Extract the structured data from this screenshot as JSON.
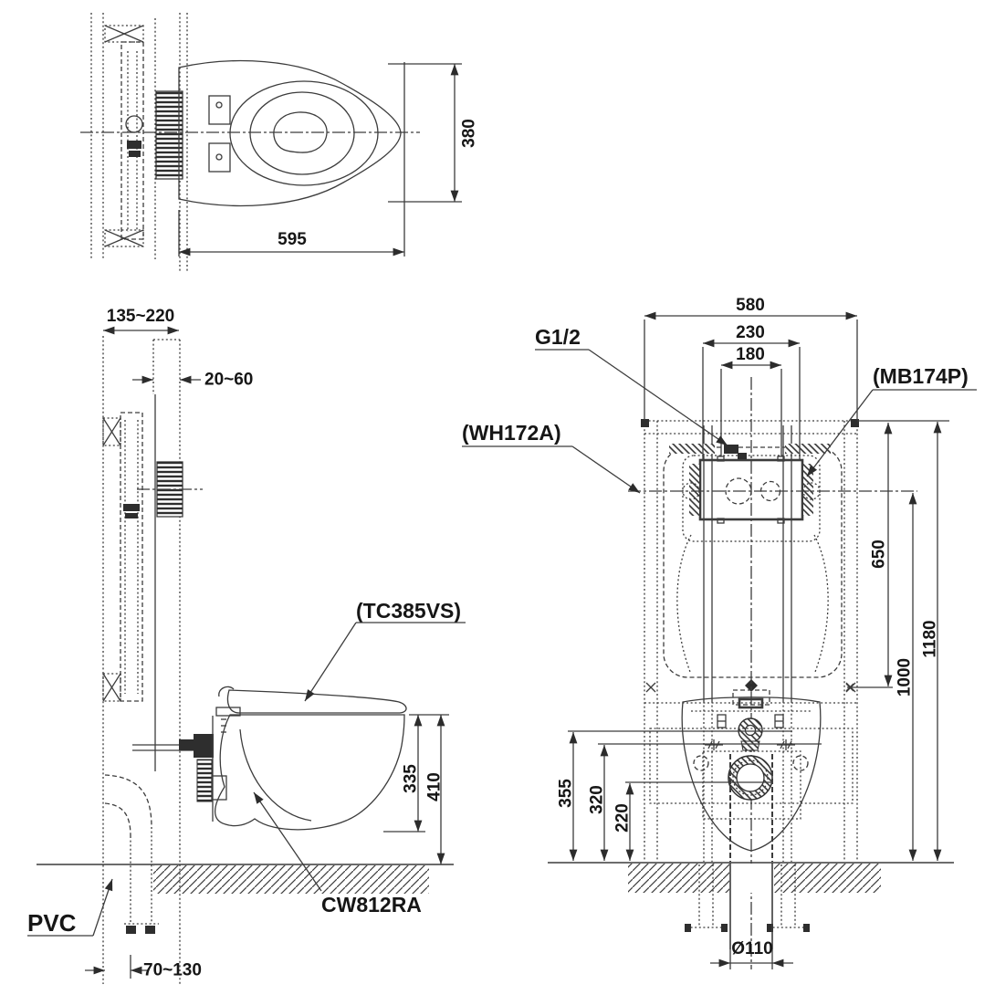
{
  "colors": {
    "line": "#3c3c3c",
    "text": "#161616",
    "background": "#ffffff"
  },
  "top_view": {
    "dim_width": "595",
    "dim_depth": "380"
  },
  "side_view": {
    "dim_wall_range": "135~220",
    "dim_finish_range": "20~60",
    "dim_bowl_height": "335",
    "dim_rim_height": "410",
    "dim_outlet_range": "70~130",
    "label_seat": "(TC385VS)",
    "label_bowl": "CW812RA",
    "label_pipe": "PVC"
  },
  "front_view": {
    "dim_frame_width": "580",
    "dim_plate_width": "230",
    "dim_bolt_spacing": "180",
    "dim_tank_top": "650",
    "dim_plate_center_height": "1000",
    "dim_frame_height": "1180",
    "dim_inlet_height": "355",
    "dim_bolt_height": "320",
    "dim_drain_height": "220",
    "dim_drain_diameter": "Ø110",
    "label_inlet": "G1/2",
    "label_plate": "(MB174P)",
    "label_frame": "(WH172A)"
  }
}
